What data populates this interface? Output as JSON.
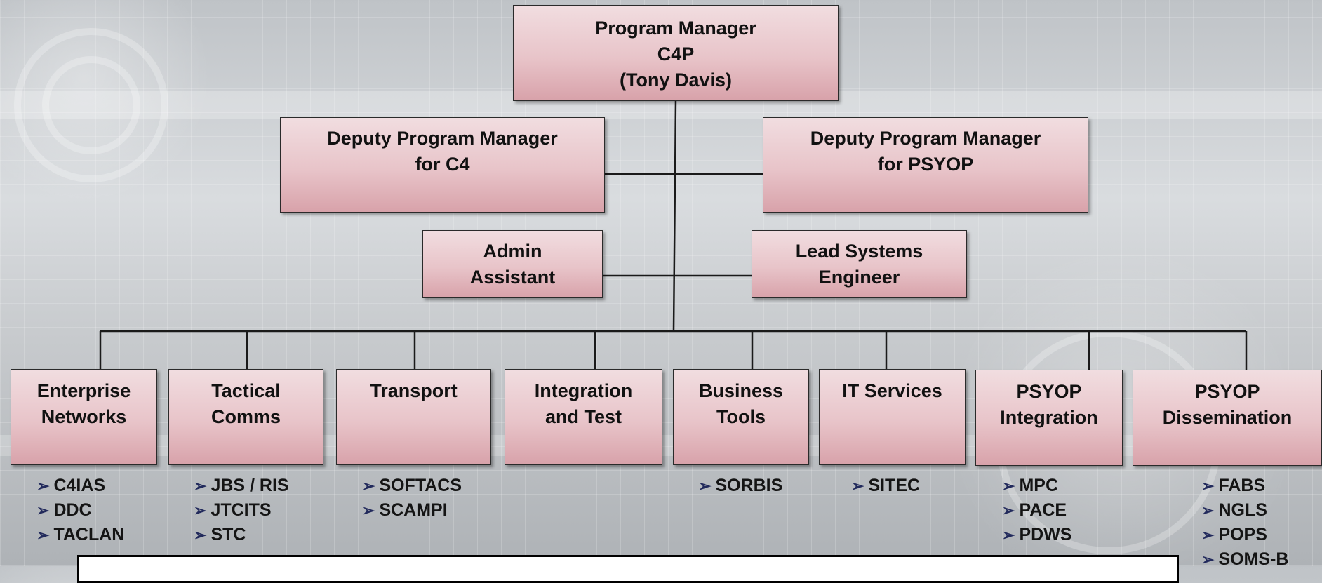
{
  "chart": {
    "top": {
      "lines": [
        "Program Manager",
        "C4P",
        "(Tony Davis)"
      ]
    },
    "deputies": [
      {
        "lines": [
          "Deputy Program Manager",
          "for C4"
        ]
      },
      {
        "lines": [
          "Deputy Program Manager",
          "for  PSYOP"
        ]
      }
    ],
    "staff": [
      {
        "lines": [
          "Admin",
          "Assistant"
        ]
      },
      {
        "lines": [
          "Lead Systems",
          "Engineer"
        ]
      }
    ],
    "branches": [
      {
        "lines": [
          "Enterprise",
          "Networks"
        ],
        "items": [
          "C4IAS",
          "DDC",
          "TACLAN"
        ]
      },
      {
        "lines": [
          "Tactical",
          "Comms"
        ],
        "items": [
          "JBS / RIS",
          "JTCITS",
          "STC"
        ]
      },
      {
        "lines": [
          "Transport"
        ],
        "items": [
          "SOFTACS",
          "SCAMPI"
        ]
      },
      {
        "lines": [
          "Integration",
          "and Test"
        ],
        "items": []
      },
      {
        "lines": [
          "Business",
          "Tools"
        ],
        "items": [
          "SORBIS"
        ]
      },
      {
        "lines": [
          "IT Services"
        ],
        "items": [
          "SITEC"
        ]
      },
      {
        "lines": [
          "PSYOP",
          "Integration"
        ],
        "items": [
          "MPC",
          "PACE",
          "PDWS"
        ]
      },
      {
        "lines": [
          "PSYOP",
          "Dissemination"
        ],
        "items": [
          "FABS",
          "NGLS",
          "POPS",
          "SOMS-B"
        ]
      }
    ],
    "bullet_glyph": "➢"
  },
  "colors": {
    "box_top": "#f1dde0",
    "box_bottom": "#d8a2aa",
    "bullet": "#222a5c",
    "line": "#1a1a1a"
  }
}
